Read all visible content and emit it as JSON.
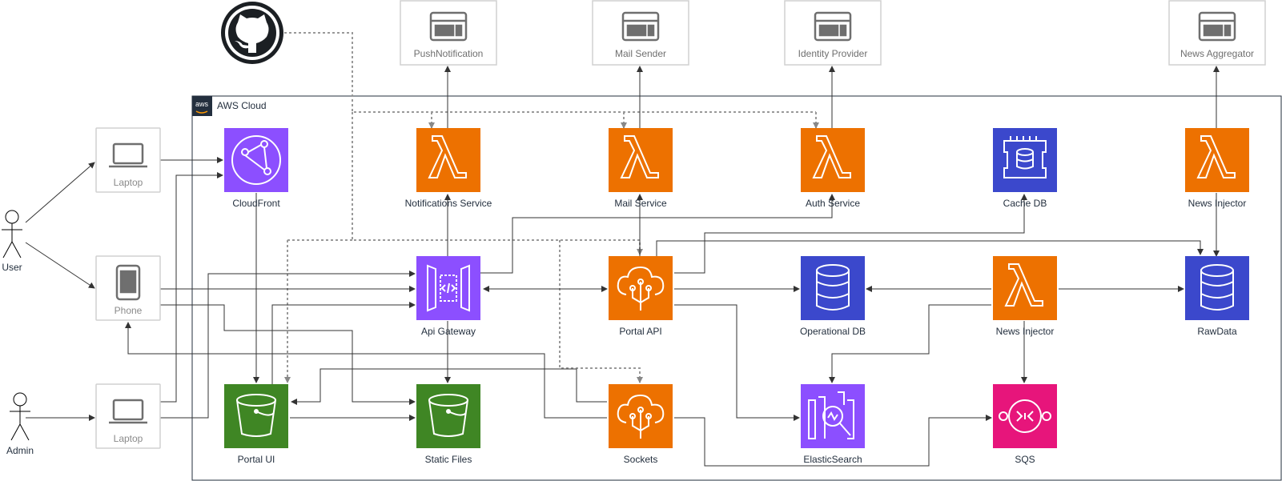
{
  "cloud": {
    "title": "AWS Cloud",
    "badge": "aws"
  },
  "actors": [
    {
      "id": "user",
      "label": "User"
    },
    {
      "id": "admin",
      "label": "Admin"
    }
  ],
  "devices": [
    {
      "id": "laptop-user",
      "label": "Laptop",
      "icon": "laptop-icon"
    },
    {
      "id": "phone",
      "label": "Phone",
      "icon": "phone-icon"
    },
    {
      "id": "laptop-admin",
      "label": "Laptop",
      "icon": "laptop-icon"
    }
  ],
  "external_services": [
    {
      "id": "push",
      "label": "PushNotification"
    },
    {
      "id": "mail-sender",
      "label": "Mail Sender"
    },
    {
      "id": "idp",
      "label": "Identity Provider"
    },
    {
      "id": "news-agg",
      "label": "News Aggregator"
    }
  ],
  "github": {
    "icon": "github-icon"
  },
  "components": [
    {
      "id": "cloudfront",
      "label": "CloudFront",
      "icon": "cloudfront-icon",
      "color": "#8c4fff"
    },
    {
      "id": "notif",
      "label": "Notifications Service",
      "icon": "lambda-icon",
      "color": "#ed7100"
    },
    {
      "id": "mail",
      "label": "Mail Service",
      "icon": "lambda-icon",
      "color": "#ed7100"
    },
    {
      "id": "auth",
      "label": "Auth Service",
      "icon": "lambda-icon",
      "color": "#ed7100"
    },
    {
      "id": "cache",
      "label": "Cache DB",
      "icon": "elasticache-icon",
      "color": "#3b48cc"
    },
    {
      "id": "newsinj1",
      "label": "News Injector",
      "icon": "lambda-icon",
      "color": "#ed7100"
    },
    {
      "id": "apigw",
      "label": "Api Gateway",
      "icon": "api-gateway-icon",
      "color": "#8c4fff"
    },
    {
      "id": "portalapi",
      "label": "Portal API",
      "icon": "cloud-service-icon",
      "color": "#ed7100"
    },
    {
      "id": "opdb",
      "label": "Operational DB",
      "icon": "database-icon",
      "color": "#3b48cc"
    },
    {
      "id": "newsinj2",
      "label": "News Injector",
      "icon": "lambda-icon",
      "color": "#ed7100"
    },
    {
      "id": "rawdata",
      "label": "RawData",
      "icon": "database-icon",
      "color": "#3b48cc"
    },
    {
      "id": "portalui",
      "label": "Portal UI",
      "icon": "s3-bucket-icon",
      "color": "#3f8624"
    },
    {
      "id": "static",
      "label": "Static Files",
      "icon": "s3-bucket-icon",
      "color": "#3f8624"
    },
    {
      "id": "sockets",
      "label": "Sockets",
      "icon": "cloud-service-icon",
      "color": "#ed7100"
    },
    {
      "id": "es",
      "label": "ElasticSearch",
      "icon": "opensearch-icon",
      "color": "#8c4fff"
    },
    {
      "id": "sqs",
      "label": "SQS",
      "icon": "sqs-icon",
      "color": "#e7157b"
    }
  ],
  "colors": {
    "edge": "#333333",
    "dashed": "#999999",
    "frame": "#232f3e",
    "ext_border": "#d0d0d0",
    "ext_icon": "#6f6f6f"
  }
}
